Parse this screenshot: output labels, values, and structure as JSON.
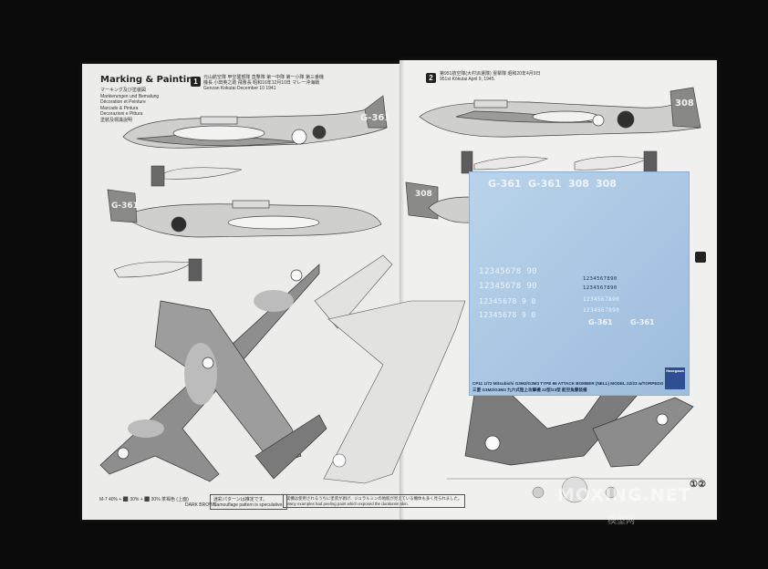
{
  "sheet": {
    "title": "Marking & Painting",
    "subtitles": [
      "マーキング及び塗装図",
      "Markierungen und Bemalung",
      "Décoration et Peinture",
      "Marcado & Pintura",
      "Decorazioni e Pittura",
      "塗裝及標識說明"
    ],
    "scheme1": {
      "number": "1",
      "lines": [
        "元山航空隊 甲空襲部隊 直撃隊 第一中隊 第一小隊 第三番機",
        "機長 小田英之助 飛曹長 昭和16年12月10日 マレー沖海戦",
        "Genzan Kokutai December 10 1941"
      ]
    },
    "scheme2": {
      "number": "2",
      "lines": [
        "第951航空隊(大村派遣隊) 霊擊隊 昭和20年4月9日",
        "951st Kōkutai April 9, 1945."
      ]
    },
    "codes": {
      "g361": "G-361",
      "s308": "308"
    },
    "footer": {
      "legend": "M-7 40% + ⬛ 30% + ⬛ 30%  茶褐色 (上面)",
      "legend2": "DARK BROWN",
      "camo_note": "迷彩パターンは推定です。",
      "camo_note_en": "Camouflage pattern is speculative.",
      "paint_note": "実機は使用されるうちに塗装が剥げ、ジュラルミンの地肌が見えている機体も多く見られました。",
      "paint_note_en": "Many examples had peeling paint which exposed the duralumin skin.",
      "corner_marks": "①②"
    },
    "decal": {
      "codes": [
        "G-361",
        "G-361",
        "308",
        "308"
      ],
      "digits_big": "12345678 90",
      "digits_mid": "12345678 9 0",
      "digits_small": "1234567890",
      "label1": "CP11 1/72 Mitsubishi G3M2/G3M3 TYPE 96 ATTACK BOMBER (NELL) MODEL 22/23 w/TORPEDO",
      "label2": "三菱 G3M2/G3M3 九六式陸上攻撃機 22型/23型 航空魚雷装備",
      "brand": "Hasegawa"
    },
    "watermark": "MOXING.NET",
    "watermark_cn": "模型网"
  },
  "colors": {
    "background": "#0b0b0b",
    "paper": "#ededeb",
    "decal_blue": "#a9c6e3",
    "hinomaru_red": "#d1192b",
    "dark_gray": "#6f6f6f",
    "mid_gray": "#9a9a9a"
  }
}
